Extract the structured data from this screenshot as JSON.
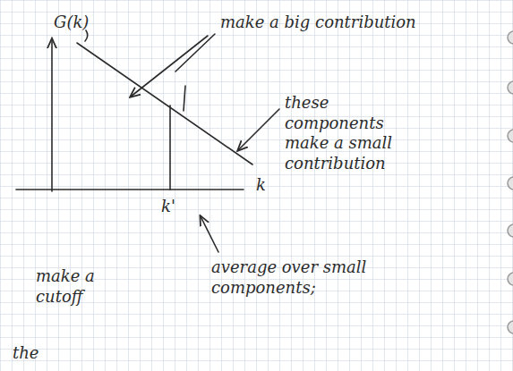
{
  "diagram": {
    "labels": [
      "G(k)",
      "make a big contribution",
      "these components make a small contribution",
      "k'",
      "k",
      "average over small components;",
      "make a cutoff",
      "the"
    ]
  }
}
